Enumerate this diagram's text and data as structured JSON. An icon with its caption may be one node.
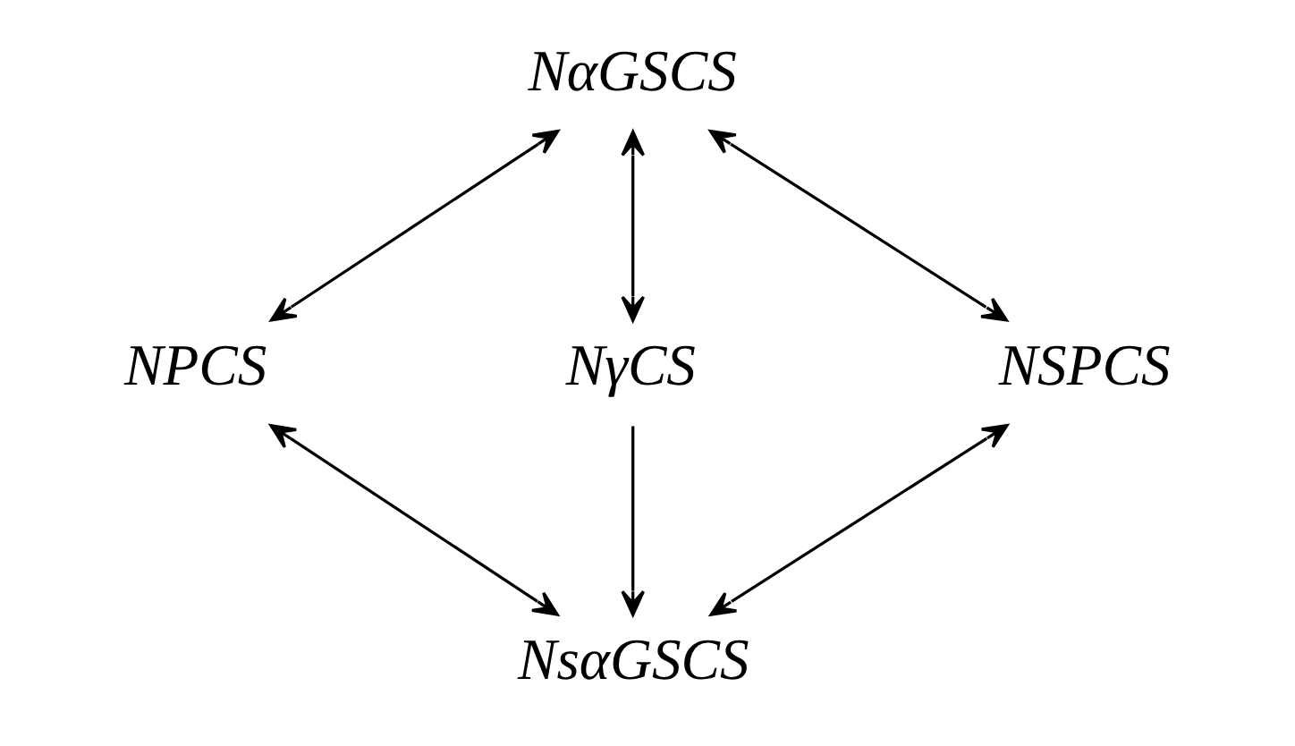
{
  "diagram": {
    "nodes": [
      {
        "text": [
          "NαGSCS"
        ]
      },
      {
        "text": [
          "NPCS"
        ]
      },
      {
        "text": [
          "NγCS"
        ]
      },
      {
        "text": [
          "NSPCS"
        ]
      },
      {
        "text": [
          "NsαGSCS"
        ]
      }
    ],
    "edges": [
      {
        "from": 0,
        "to": 1,
        "arrow": "both"
      },
      {
        "from": 0,
        "to": 2,
        "arrow": "both"
      },
      {
        "from": 0,
        "to": 3,
        "arrow": "both"
      },
      {
        "from": 1,
        "to": 4,
        "arrow": "both"
      },
      {
        "from": 2,
        "to": 4,
        "arrow": "to"
      },
      {
        "from": 3,
        "to": 4,
        "arrow": "both"
      }
    ]
  }
}
